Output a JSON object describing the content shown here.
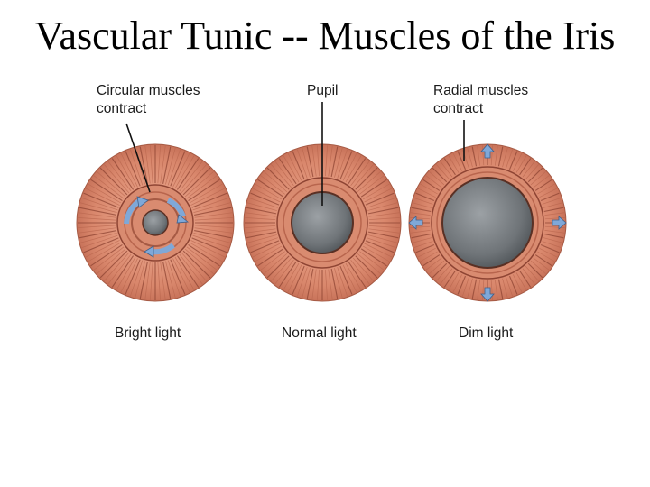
{
  "title": "Vascular Tunic -- Muscles of the Iris",
  "labels": {
    "circular_line1": "Circular muscles",
    "circular_line2": "contract",
    "pupil": "Pupil",
    "radial_line1": "Radial muscles",
    "radial_line2": "contract"
  },
  "captions": {
    "bright": "Bright light",
    "normal": "Normal light",
    "dim": "Dim light"
  },
  "colors": {
    "iris": "#d9876c",
    "iris_dark": "#b8654d",
    "iris_stripe": "#8e4433",
    "pupil": "#6f7478",
    "arrow": "#7fa8d8"
  }
}
